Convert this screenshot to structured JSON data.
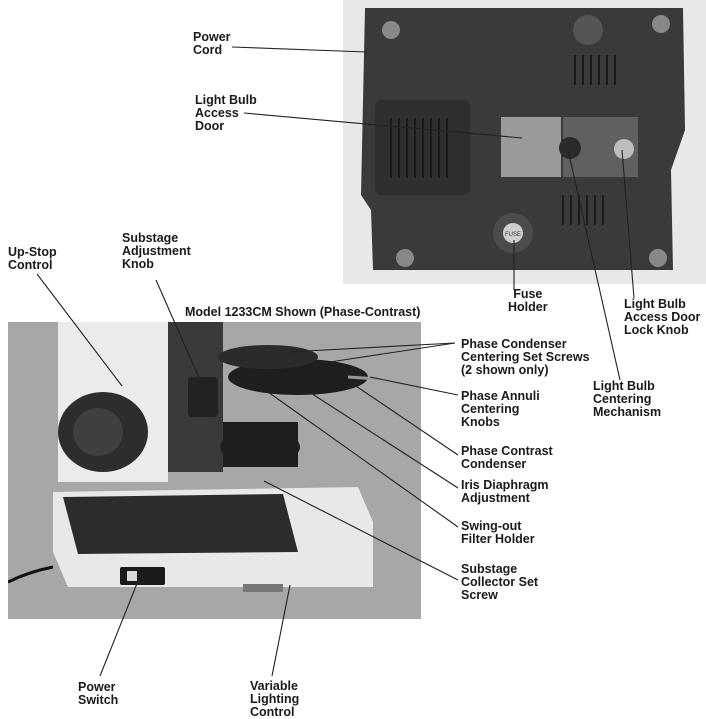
{
  "caption": "Model 1233CM Shown (Phase-Contrast)",
  "labels": {
    "power_cord": "Power\nCord",
    "light_bulb_access_door": "Light Bulb\nAccess\nDoor",
    "fuse_holder": "Fuse\nHolder",
    "access_door_lock_knob": "Light Bulb\nAccess Door\nLock Knob",
    "centering_mechanism": "Light Bulb\nCentering\nMechanism",
    "up_stop_control": "Up-Stop\nControl",
    "substage_adjustment_knob": "Substage\nAdjustment\nKnob",
    "phase_condenser_screws": "Phase Condenser\nCentering Set Screws\n(2 shown only)",
    "phase_annuli_knobs": "Phase Annuli\nCentering\nKnobs",
    "phase_contrast_condenser": "Phase Contrast\nCondenser",
    "iris_diaphragm": "Iris Diaphragm\nAdjustment",
    "swing_out_filter": "Swing-out\nFilter Holder",
    "substage_collector_screw": "Substage\nCollector Set\nScrew",
    "power_switch": "Power\nSwitch",
    "variable_lighting": "Variable\nLighting\nControl",
    "fuse_cap_text": "FUSE"
  }
}
